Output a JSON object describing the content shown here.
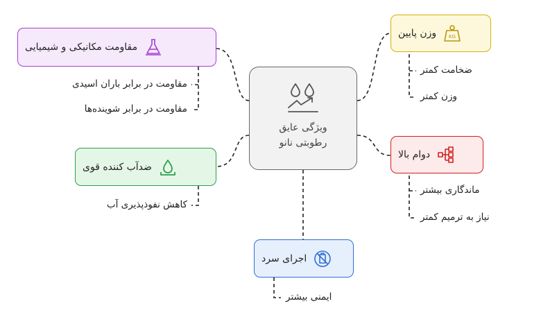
{
  "center": {
    "line1": "ویژگی عایق",
    "line2": "رطوبتی نانو",
    "icon": "water-drops-trend-icon"
  },
  "branches": {
    "weight": {
      "label": "وزن پایین",
      "icon": "kg-weight-icon",
      "color": "#d4b106",
      "leaves": [
        "ضخامت کمتر",
        "وزن کمتر"
      ]
    },
    "durability": {
      "label": "دوام بالا",
      "icon": "hierarchy-icon",
      "color": "#d01f1f",
      "leaves": [
        "ماندگاری بیشتر",
        "نیاز به ترمیم کمتر"
      ]
    },
    "resistance": {
      "label": "مقاومت مکانیکی و شیمیایی",
      "icon": "flask-icon",
      "color": "#a43fd4",
      "leaves": [
        "مقاومت در برابر باران اسیدی",
        "مقاومت در برابر شوینده‌ها"
      ]
    },
    "waterproof": {
      "label": "ضدآب کننده قوی",
      "icon": "water-drop-icon",
      "color": "#2e9e4e",
      "leaves": [
        "کاهش نفوذپذیری آب"
      ]
    },
    "cold": {
      "label": "اجرای سرد",
      "icon": "no-fire-icon",
      "color": "#2f6fd4",
      "leaves": [
        "ایمنی بیشتر"
      ]
    }
  }
}
